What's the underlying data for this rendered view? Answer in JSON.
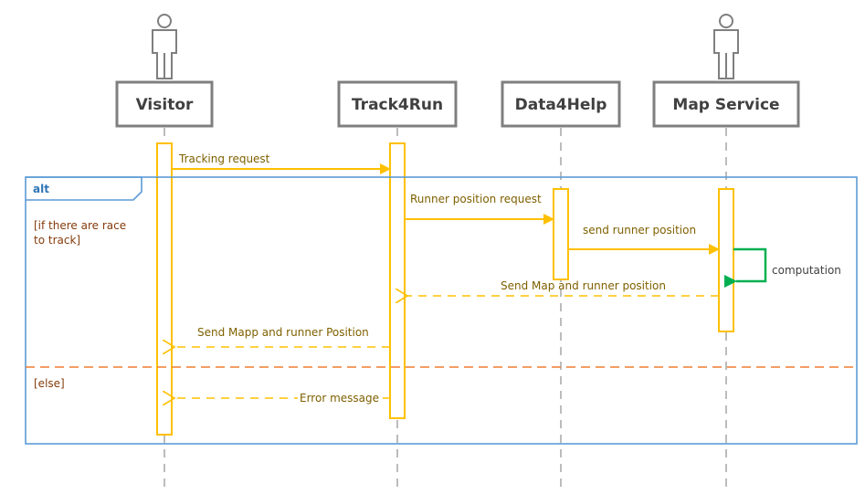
{
  "lifelines": {
    "visitor": {
      "label": "Visitor",
      "actor_icon": "person-icon"
    },
    "track4run": {
      "label": "Track4Run"
    },
    "data4help": {
      "label": "Data4Help"
    },
    "map_service": {
      "label": "Map Service",
      "actor_icon": "person-icon"
    }
  },
  "fragment": {
    "operator": "alt",
    "guard_1_line_1": "[if there are race",
    "guard_1_line_2": "to track]",
    "guard_2": "[else]"
  },
  "messages": {
    "m1": "Tracking request",
    "m2": "Runner position request",
    "m3": "send runner position",
    "m4": "computation",
    "m5": "Send Map and runner position",
    "m6": "Send Mapp and runner Position",
    "m7": "Error message"
  },
  "colors": {
    "sync_message": "#ffc000",
    "return_message": "#ffc000",
    "self_message": "#00b050",
    "lifeline_box": "#7f7f7f",
    "fragment_border": "#5b9bd5",
    "operand_separator": "#ed7d31"
  }
}
